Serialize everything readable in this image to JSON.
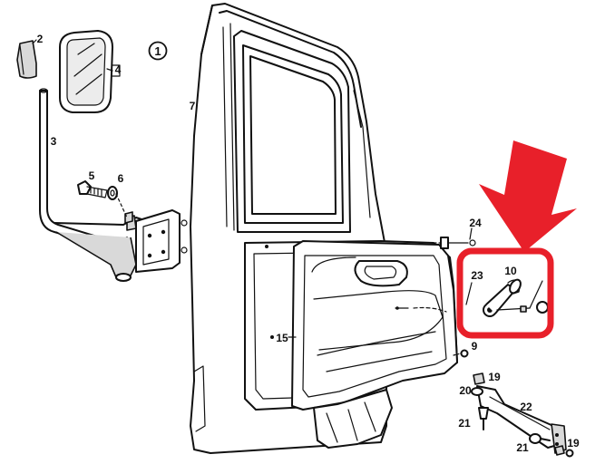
{
  "diagram": {
    "figure_number": "1",
    "colors": {
      "line": "#111111",
      "highlight": "#e8202a",
      "shade": "#d9d9d9",
      "background": "#ffffff"
    },
    "callouts": [
      {
        "id": "c2",
        "label": "2"
      },
      {
        "id": "c4",
        "label": "4"
      },
      {
        "id": "c3",
        "label": "3"
      },
      {
        "id": "c7",
        "label": "7"
      },
      {
        "id": "c5",
        "label": "5"
      },
      {
        "id": "c6",
        "label": "6"
      },
      {
        "id": "c24",
        "label": "24"
      },
      {
        "id": "c23",
        "label": "23"
      },
      {
        "id": "c10",
        "label": "10"
      },
      {
        "id": "c15",
        "label": "15"
      },
      {
        "id": "c9",
        "label": "9"
      },
      {
        "id": "c19a",
        "label": "19"
      },
      {
        "id": "c20",
        "label": "20"
      },
      {
        "id": "c22",
        "label": "22"
      },
      {
        "id": "c21a",
        "label": "21"
      },
      {
        "id": "c21b",
        "label": "21"
      },
      {
        "id": "c19b",
        "label": "19"
      }
    ],
    "highlight": {
      "shape": "rounded-rectangle",
      "pointer": "red-arrow",
      "target_part": "10"
    }
  }
}
